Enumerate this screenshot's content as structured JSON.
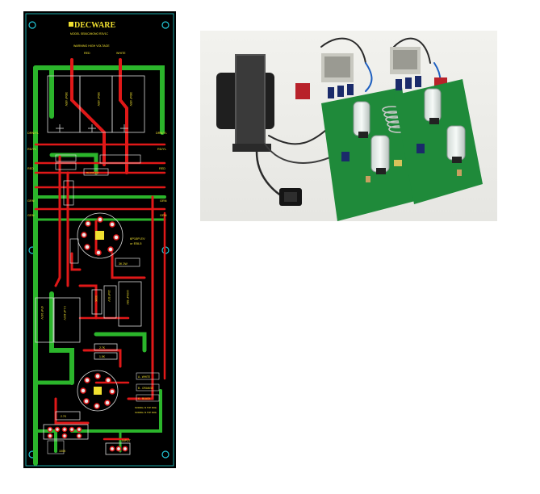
{
  "pcb": {
    "brand": "DECWARE",
    "subtitle": "MODEL SE84C/MONO R3V1C",
    "warning": "WARNING HIGH VOLTAGE",
    "wire_red_top": "RED",
    "wire_white_top": "WHITE",
    "label_drn_yl_left": "DRN/YL",
    "label_drn_yl_right": "DRN/YL",
    "label_rd_yl_left": "RD/YL",
    "label_rd_yl_right": "RD/YL",
    "label_red_left": "RED",
    "label_red_right": "RED",
    "label_grn_left_1": "GRN",
    "label_grn_left_2": "GRN",
    "label_grn_right_1": "GRN",
    "label_grn_right_2": "GRN",
    "cap_1": "330uF 450V",
    "cap_2": "330uF 450V",
    "cap_3": "330uF 450V",
    "tube_label_1": "6P15P-EV",
    "tube_label_2": "or EBL5",
    "res_3k_2w": "3K 2W",
    "res_100k": "100K",
    "res_47k": "47K",
    "res_27k": "2.7K",
    "res_15k": "1.5K",
    "res_330k": "330K",
    "res_27k_b": "2.7K",
    "cap_1000uf": "1000uF 35V",
    "cap_15uf": "15uF 50V",
    "cap_01uf": "0.1uF 400V",
    "cap_47uf": "47uF 160V",
    "blank_2w": "BLANK 2W",
    "input_label": "INPUT",
    "pot_label": "100K",
    "out_a": "A - WHITE",
    "out_b": "B - ORANGE",
    "out_k": "K - BLACK",
    "note_1": "NORMAL IS TOP SIDE",
    "note_2": "NORMAL IS TOP SIDE"
  },
  "photo": {
    "description_alt": "amplifier boards with tubes and transformers"
  }
}
